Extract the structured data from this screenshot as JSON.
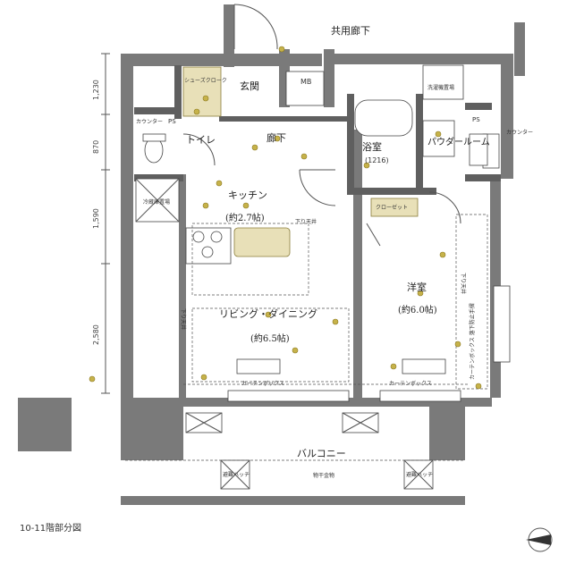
{
  "rooms": {
    "corridor": "共用廊下",
    "entrance": "玄関",
    "mb": "MB",
    "shoe_closet": "シューズクローク",
    "counter1": "カウンター",
    "ps1": "PS",
    "toilet": "トイレ",
    "hall": "廊下",
    "bath": "浴室",
    "bath_size": "(1216)",
    "powder": "パウダールーム",
    "storage": "洗濯機置場",
    "ps2": "PS",
    "counter2": "カウンター",
    "kitchen": "キッチン",
    "kitchen_size": "(約2.7帖)",
    "fridge": "冷蔵庫置場",
    "closet": "クローゼット",
    "bedroom": "洋室",
    "bedroom_size": "(約6.0帖)",
    "living": "リビング・ダイニング",
    "living_size": "(約6.5帖)",
    "curtain1": "カーテンボックス",
    "curtain2": "カーテンボックス",
    "curtain3": "カーテンボックス 落下防止手摺",
    "balcony": "バルコニー",
    "shelter1": "避難ハッチ",
    "shelter2": "避難ハッチ",
    "rail": "物干金物",
    "downlight1": "下り天井",
    "downlight2": "下り天井",
    "downlight3": "下り天井",
    "floor_note": "10-11階部分図"
  },
  "dimensions": [
    "1,230",
    "870",
    "1,590",
    "2,580"
  ],
  "colors": {
    "wall": "#7a7a7a",
    "fixture_fill": "#e8e0b8",
    "outlet": "#c6b24a"
  },
  "icons": {
    "compass": "north-arrow-icon"
  }
}
